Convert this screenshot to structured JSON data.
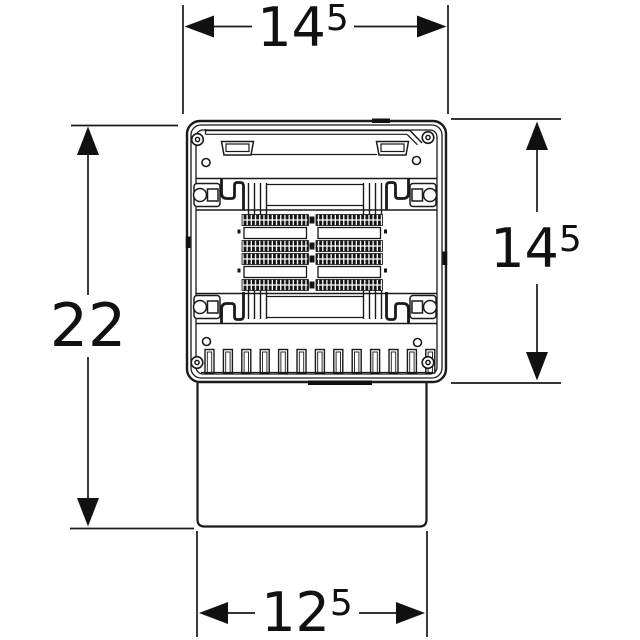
{
  "page": {
    "background_color": "#ffffff",
    "line_color": "#1a1a1a"
  },
  "figure": {
    "kind": "technical dimension drawing (top view of square drain body with square outlet pipe)",
    "dimensions": {
      "top_width": {
        "main": "14",
        "sup": "5"
      },
      "right_height": {
        "main": "14",
        "sup": "5"
      },
      "left_height": {
        "main": "22",
        "sup": ""
      },
      "bottom_width": {
        "main": "12",
        "sup": "5"
      }
    }
  }
}
